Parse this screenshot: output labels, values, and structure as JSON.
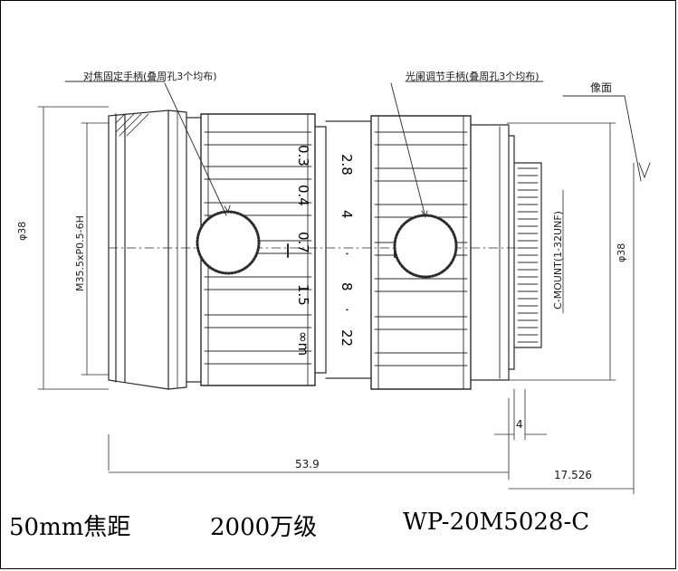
{
  "callouts": {
    "focus_handle": "对焦固定手柄(叠周孔3个均布)",
    "iris_handle": "光阑调节手柄(叠周孔3个均布)",
    "image_plane": "像面"
  },
  "dimensions": {
    "front_diameter": "φ38",
    "thread": "M35.5xP0.5-6H",
    "mount_thread": "C-MOUNT(1-32UNF)",
    "rear_diameter": "φ38",
    "flange": "4",
    "total_length": "53.9",
    "back_focal": "17.526"
  },
  "focus_scale": [
    "0.3",
    "0.4",
    "0.7",
    "1.5",
    "∞m"
  ],
  "aperture_scale": [
    "2.8",
    "4",
    "·",
    "8",
    "·",
    "22"
  ],
  "caption": {
    "focal": "50mm焦距",
    "resolution": "2000万级",
    "model": "WP-20M5028-C"
  },
  "colors": {
    "line": "#2b2b2b",
    "text": "#1a1a1a",
    "background": "#ffffff"
  }
}
